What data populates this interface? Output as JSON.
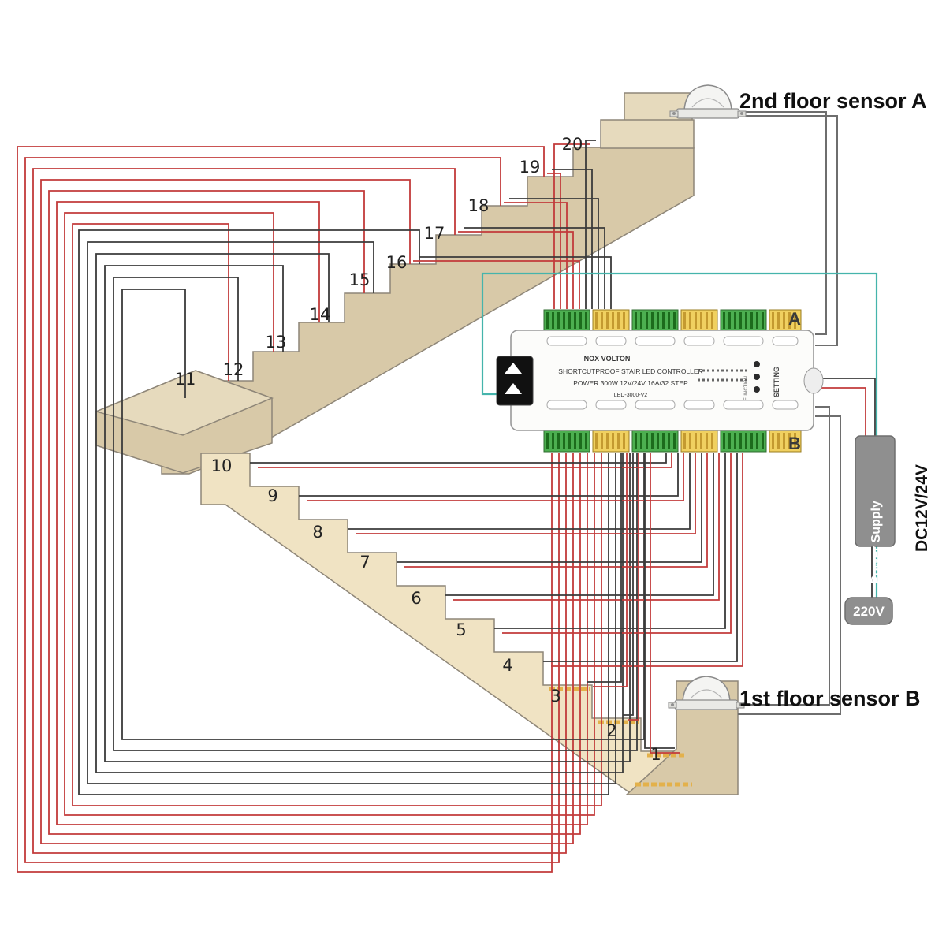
{
  "labels": {
    "sensor_a": "2nd floor sensor A",
    "sensor_b": "1st floor sensor B",
    "power_supply": "Power Supply",
    "dc_voltage": "DC12V/24V",
    "mains_voltage": "220V",
    "port_a": "A",
    "port_b": "B"
  },
  "controller": {
    "brand": "NOX VOLTON",
    "title": "SHORTCUTPROOF STAIR LED CONTROLLER",
    "spec": "POWER 300W 12V/24V 16A/32 STEP",
    "model": "LED-3000-V2",
    "setting_label": "SETTING",
    "function_label": "FUNCTION"
  },
  "steps": [
    "1",
    "2",
    "3",
    "4",
    "5",
    "6",
    "7",
    "8",
    "9",
    "10",
    "11",
    "12",
    "13",
    "14",
    "15",
    "16",
    "17",
    "18",
    "19",
    "20"
  ],
  "colors": {
    "wire_red": "#c23b3b",
    "wire_black": "#3b3b3b",
    "wire_gray": "#6e6e6e",
    "wire_teal": "#45b4ac",
    "terminal_green": "#4caf50",
    "terminal_yellow": "#f0d060",
    "stair_tan": "#d8c9a8",
    "stair_cream": "#f0e3c3"
  }
}
